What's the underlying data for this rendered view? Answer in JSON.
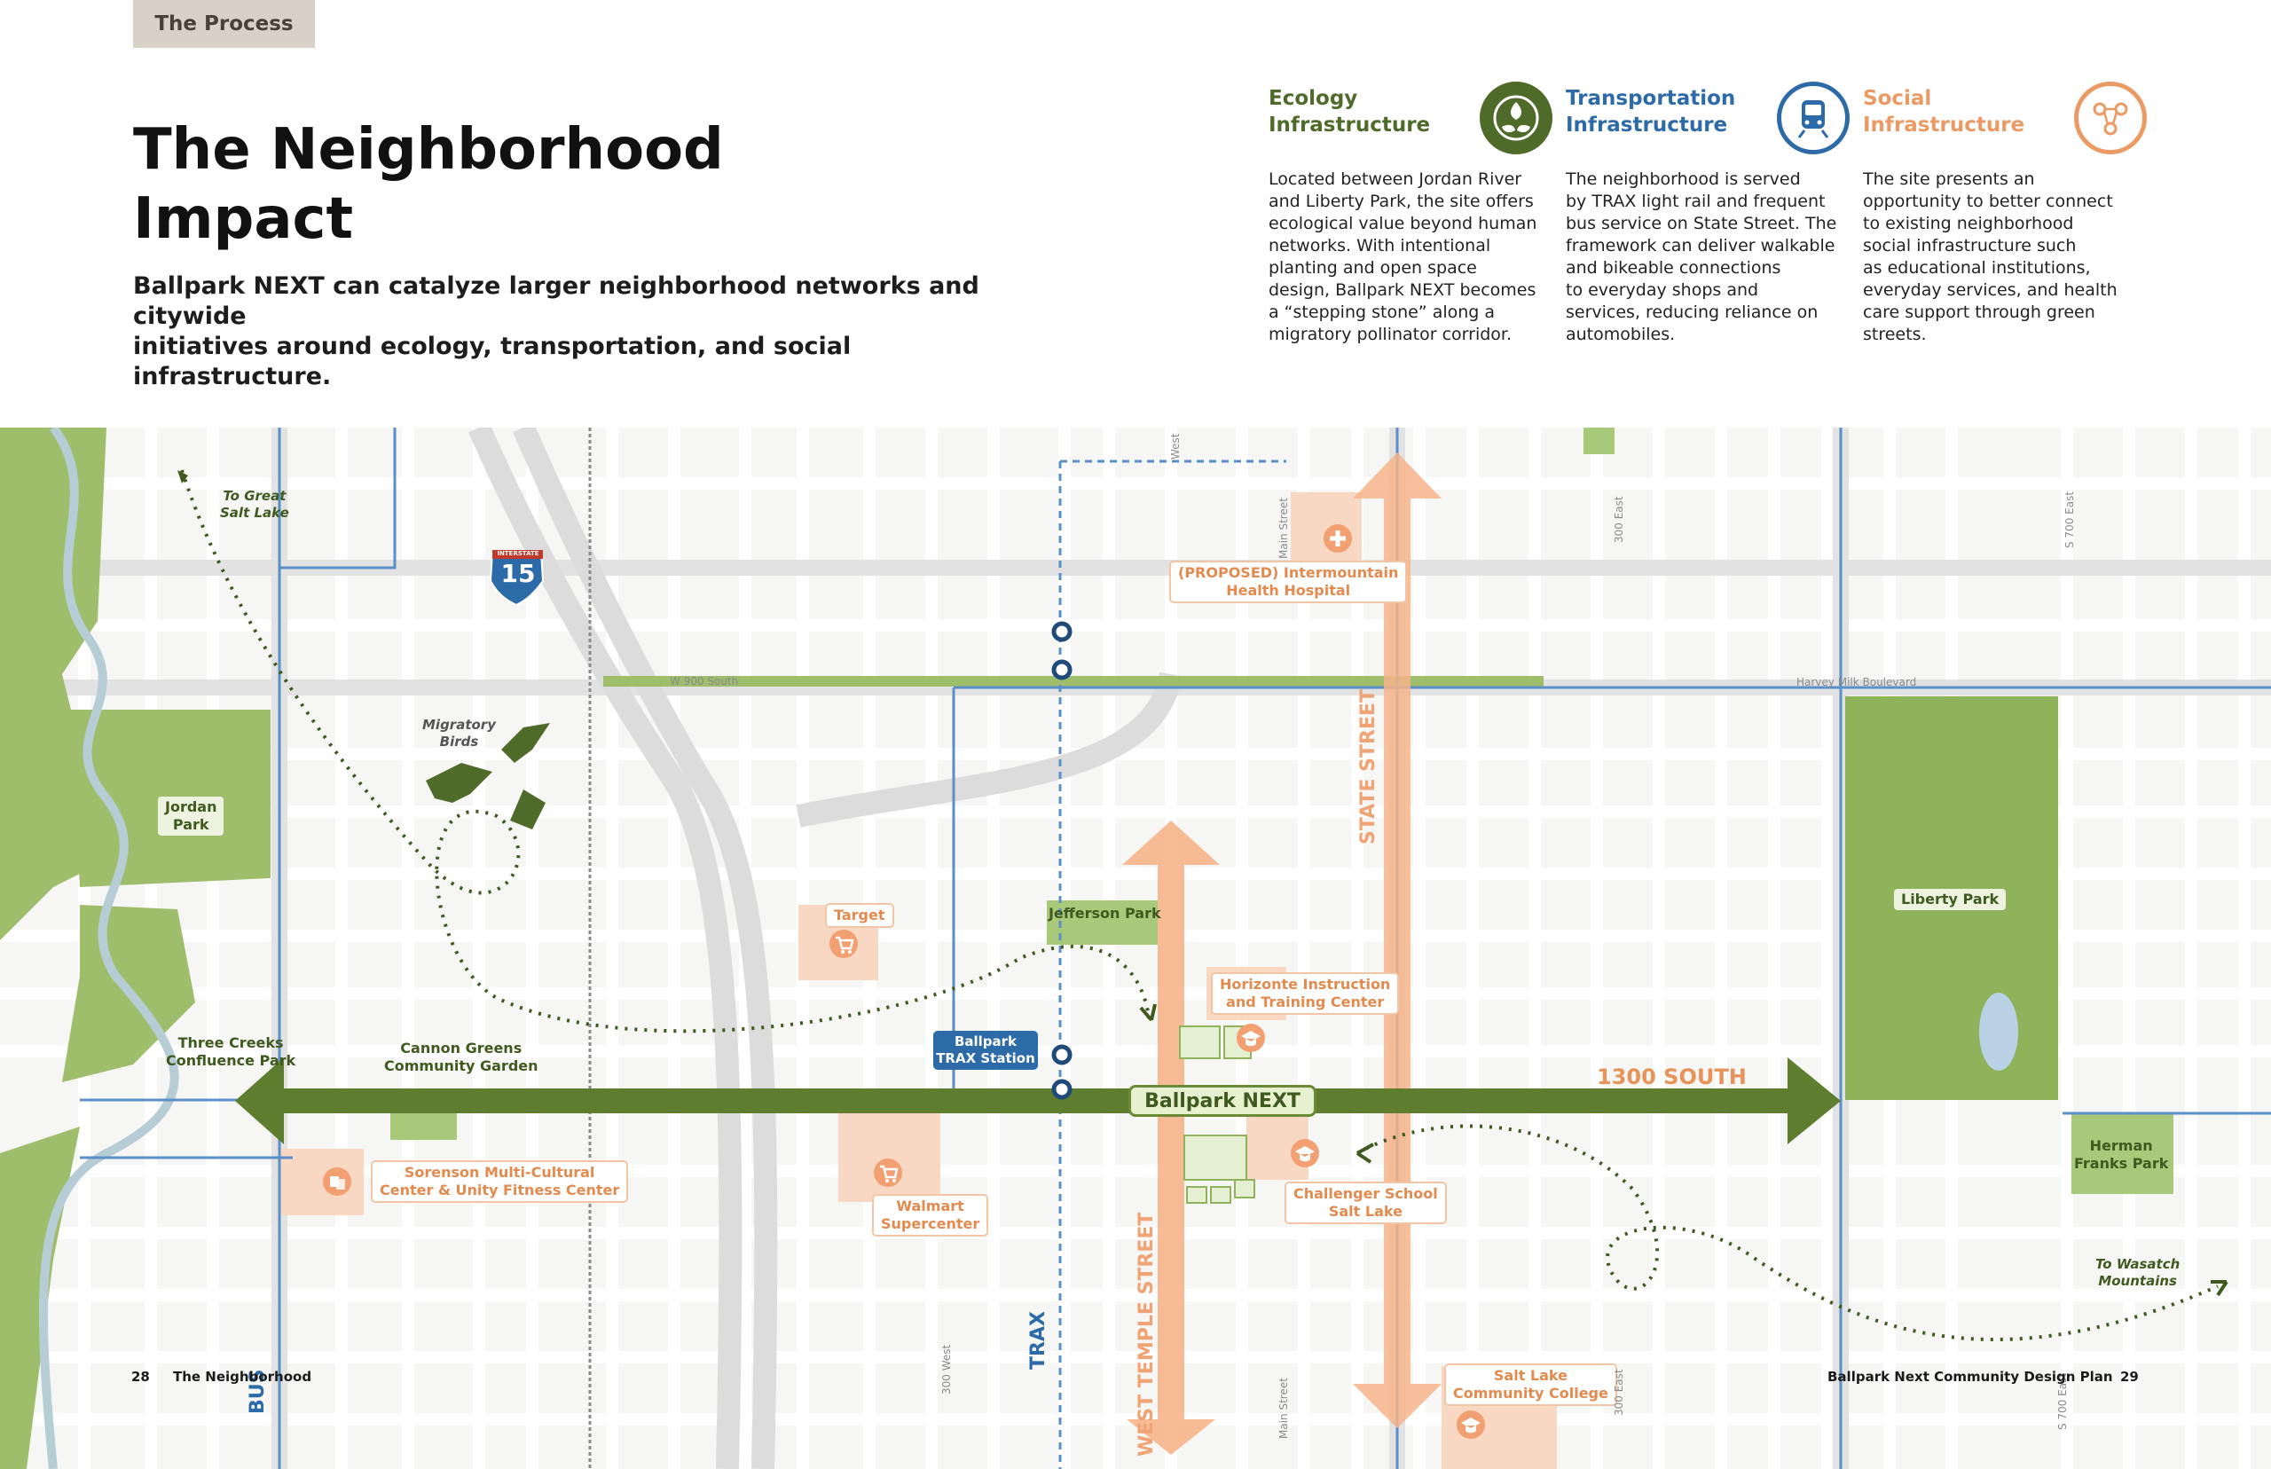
{
  "header": {
    "section_tab": "The Process",
    "title_line1": "The Neighborhood",
    "title_line2": "Impact",
    "subtitle_line1": "Ballpark NEXT can catalyze larger neighborhood networks and citywide",
    "subtitle_line2": "initiatives around ecology, transportation, and social infrastructure."
  },
  "columns": [
    {
      "title_line1": "Ecology",
      "title_line2": "Infrastructure",
      "color": "#4f6b2a",
      "icon": "leaf-cycle-icon",
      "body": [
        "Located between Jordan River",
        "and Liberty Park, the site offers",
        "ecological value beyond human",
        "networks. With intentional",
        "planting and open space",
        "design, Ballpark NEXT becomes",
        "a “stepping stone” along a",
        "migratory pollinator corridor."
      ]
    },
    {
      "title_line1": "Transportation",
      "title_line2": "Infrastructure",
      "color": "#2d6aa8",
      "icon": "train-icon",
      "body": [
        "The neighborhood is served",
        "by TRAX light rail and frequent",
        "bus service on State Street. The",
        "framework can deliver walkable",
        "and bikeable connections",
        "to everyday shops and",
        "services, reducing reliance on",
        "automobiles."
      ]
    },
    {
      "title_line1": "Social",
      "title_line2": "Infrastructure",
      "color": "#ec9a64",
      "icon": "people-network-icon",
      "body": [
        "The site presents an",
        "opportunity to better connect",
        "to existing neighborhood",
        "social infrastructure such",
        "as educational institutions,",
        "everyday services, and health",
        "care support through green",
        "streets."
      ]
    }
  ],
  "map": {
    "parks": {
      "jordan_park": [
        "Jordan",
        "Park"
      ],
      "liberty_park": "Liberty Park",
      "herman_franks": [
        "Herman",
        "Franks Park"
      ],
      "three_creeks": [
        "Three Creeks",
        "Confluence Park"
      ],
      "cannon_greens": [
        "Cannon Greens",
        "Community Garden"
      ],
      "jefferson_park": "Jefferson Park"
    },
    "notes": {
      "to_great_salt_lake": [
        "To Great",
        "Salt Lake"
      ],
      "migratory_birds": [
        "Migratory",
        "Birds"
      ],
      "to_wasatch": [
        "To Wasatch",
        "Mountains"
      ]
    },
    "places": {
      "hospital": [
        "(PROPOSED) Intermountain",
        "Health Hospital"
      ],
      "target": "Target",
      "horizonte": [
        "Horizonte Instruction",
        "and Training Center"
      ],
      "sorenson": [
        "Sorenson Multi-Cultural",
        "Center & Unity Fitness Center"
      ],
      "walmart": [
        "Walmart",
        "Supercenter"
      ],
      "challenger": [
        "Challenger School",
        "Salt Lake"
      ],
      "slcc": [
        "Salt Lake",
        "Community College"
      ]
    },
    "transit": {
      "trax_station": [
        "Ballpark",
        "TRAX Station"
      ],
      "trax": "TRAX",
      "bus": "BUS"
    },
    "site": "Ballpark NEXT",
    "corridor": "1300 SOUTH",
    "streets": {
      "state_street": "STATE STREET",
      "west_temple": "WEST TEMPLE STREET",
      "w_900_south": "W 900 South",
      "milk_blvd": "Harvey Milk Boulevard",
      "west": "West",
      "main_street": "Main Street",
      "e300": "300 East",
      "e700": "S 700 East",
      "w300": "300 West",
      "interstate_shield": "INTERSTATE",
      "interstate_number": "15"
    },
    "colors": {
      "green_corridor": "#5f7d2e",
      "orange_corridor": "#f4b48a",
      "transit_blue": "#2d6aa8",
      "park_green": "#8fb35a"
    }
  },
  "footer": {
    "left_page": "28",
    "left_section": "The Neighborhood",
    "right_title": "Ballpark Next Community Design Plan",
    "right_page": "29"
  }
}
